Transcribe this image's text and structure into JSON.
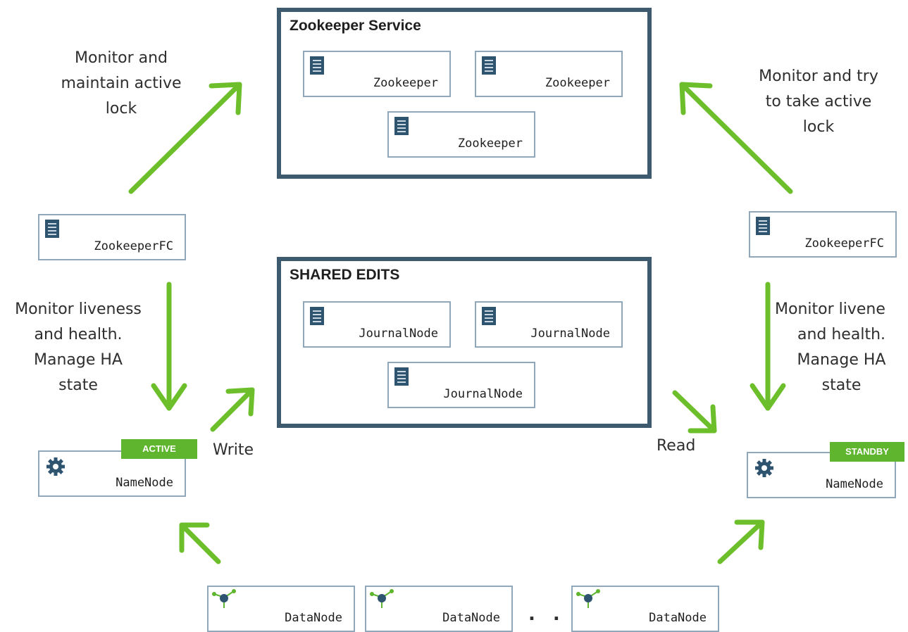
{
  "zookeeper_service": {
    "title": "Zookeeper Service",
    "nodes": [
      "Zookeeper",
      "Zookeeper",
      "Zookeeper"
    ]
  },
  "shared_edits": {
    "title": "SHARED EDITS",
    "nodes": [
      "JournalNode",
      "JournalNode",
      "JournalNode"
    ]
  },
  "left": {
    "zkfc_label": "ZookeeperFC",
    "namenode_label": "NameNode",
    "badge": "ACTIVE",
    "top_note": [
      "Monitor and",
      "maintain active",
      "lock"
    ],
    "mid_note": [
      "Monitor liveness",
      "and health.",
      "Manage HA",
      "state"
    ],
    "edge_label": "Write"
  },
  "right": {
    "zkfc_label": "ZookeeperFC",
    "namenode_label": "NameNode",
    "badge": "STANDBY",
    "top_note": [
      "Monitor and try",
      "to take active",
      "lock"
    ],
    "mid_note": [
      "Monitor livene",
      "and health.",
      "Manage HA",
      "state"
    ],
    "edge_label": "Read"
  },
  "datanodes": {
    "labels": [
      "DataNode",
      "DataNode",
      "DataNode"
    ],
    "ellipsis": ". ."
  },
  "colors": {
    "arrow": "#6cbf2b",
    "frame": "#3e5a6e",
    "node_border": "#8fa7b8",
    "icon": "#2f5470",
    "badge": "#5fb52d"
  },
  "icons": {
    "server": "server-icon",
    "gear": "gear-icon",
    "datanode": "datanode-icon"
  }
}
